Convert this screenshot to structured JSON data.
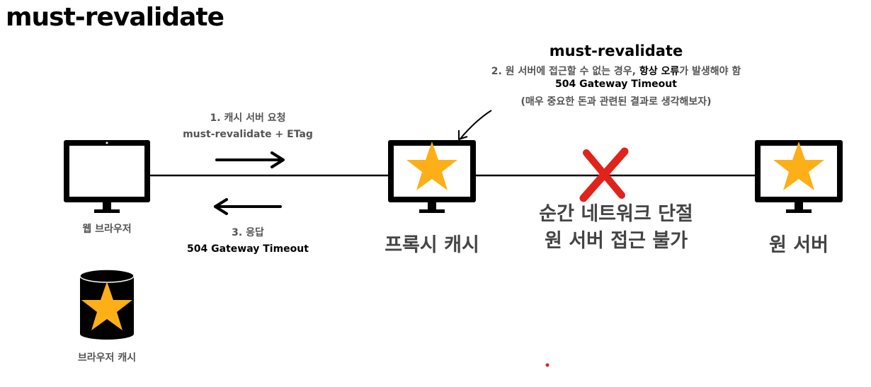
{
  "title": "must-revalidate",
  "note": {
    "title": "must-revalidate",
    "line2_prefix": "2. 원 서버에 접근할 수 없는 경우, ",
    "line2_emph": "항상 오류",
    "line2_suffix": "가 발생해야 함",
    "line3": "504 Gateway Timeout",
    "line4": "(매우 중요한 돈과 관련된 결과로 생각해보자)"
  },
  "request": {
    "line1": "1. 캐시 서버 요청",
    "line2": "must-revalidate + ETag"
  },
  "response": {
    "line1": "3. 응답",
    "line2": "504 Gateway Timeout"
  },
  "nodes": {
    "browser": "웹 브라우저",
    "browser_cache": "브라우저 캐시",
    "proxy": "프록시 캐시",
    "origin": "원 서버"
  },
  "disconnect": {
    "line1": "순간 네트워크 단절",
    "line2": "원 서버 접근 불가"
  },
  "colors": {
    "star": "#FCAF17",
    "cross": "#E0231B",
    "device": "#000000",
    "accent_dot": "#E0231B"
  }
}
